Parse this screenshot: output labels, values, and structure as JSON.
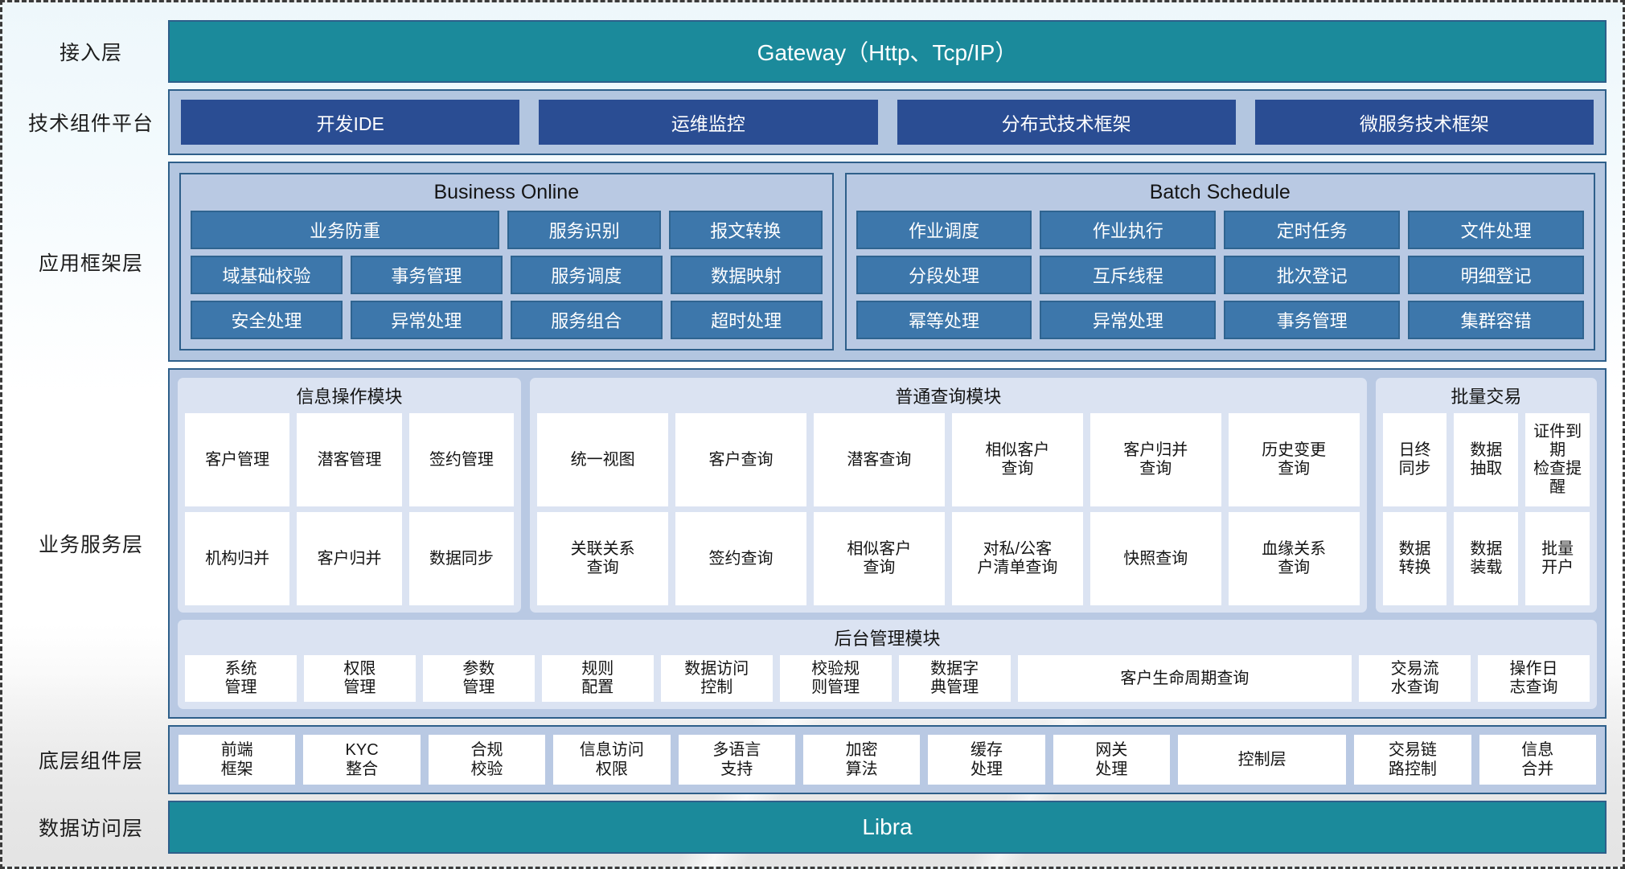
{
  "rows": {
    "access": {
      "label": "接入层",
      "bar": "Gateway（Http、Tcp/IP）"
    },
    "tech_platform": {
      "label": "技术组件平台",
      "chips": [
        "开发IDE",
        "运维监控",
        "分布式技术框架",
        "微服务技术框架"
      ]
    },
    "app_framework": {
      "label": "应用框架层",
      "groups": [
        {
          "title": "Business Online",
          "lines": [
            [
              {
                "text": "业务防重",
                "span": 2
              },
              {
                "text": "服务识别",
                "span": 1
              },
              {
                "text": "报文转换",
                "span": 1
              }
            ],
            [
              {
                "text": "域基础校验",
                "span": 1
              },
              {
                "text": "事务管理",
                "span": 1
              },
              {
                "text": "服务调度",
                "span": 1
              },
              {
                "text": "数据映射",
                "span": 1
              }
            ],
            [
              {
                "text": "安全处理",
                "span": 1
              },
              {
                "text": "异常处理",
                "span": 1
              },
              {
                "text": "服务组合",
                "span": 1
              },
              {
                "text": "超时处理",
                "span": 1
              }
            ]
          ]
        },
        {
          "title": "Batch Schedule",
          "lines": [
            [
              {
                "text": "作业调度",
                "span": 1
              },
              {
                "text": "作业执行",
                "span": 1
              },
              {
                "text": "定时任务",
                "span": 1
              },
              {
                "text": "文件处理",
                "span": 1
              }
            ],
            [
              {
                "text": "分段处理",
                "span": 1
              },
              {
                "text": "互斥线程",
                "span": 1
              },
              {
                "text": "批次登记",
                "span": 1
              },
              {
                "text": "明细登记",
                "span": 1
              }
            ],
            [
              {
                "text": "幂等处理",
                "span": 1
              },
              {
                "text": "异常处理",
                "span": 1
              },
              {
                "text": "事务管理",
                "span": 1
              },
              {
                "text": "集群容错",
                "span": 1
              }
            ]
          ]
        }
      ]
    },
    "business_service": {
      "label": "业务服务层",
      "modules": [
        {
          "title": "信息操作模块",
          "lines": [
            [
              "客户管理",
              "潜客管理",
              "签约管理"
            ],
            [
              "机构归并",
              "客户归并",
              "数据同步"
            ]
          ]
        },
        {
          "title": "普通查询模块",
          "lines": [
            [
              "统一视图",
              "客户查询",
              "潜客查询",
              "相似客户\n查询",
              "客户归并\n查询",
              "历史变更\n查询"
            ],
            [
              "关联关系\n查询",
              "签约查询",
              "相似客户\n查询",
              "对私/公客\n户清单查询",
              "快照查询",
              "血缘关系\n查询"
            ]
          ]
        },
        {
          "title": "批量交易",
          "lines": [
            [
              "日终\n同步",
              "数据\n抽取",
              "证件到期\n检查提醒"
            ],
            [
              "数据\n转换",
              "数据\n装载",
              "批量\n开户"
            ]
          ]
        }
      ],
      "admin_module": {
        "title": "后台管理模块",
        "cells": [
          {
            "text": "系统\n管理",
            "wide": false
          },
          {
            "text": "权限\n管理",
            "wide": false
          },
          {
            "text": "参数\n管理",
            "wide": false
          },
          {
            "text": "规则\n配置",
            "wide": false
          },
          {
            "text": "数据访问\n控制",
            "wide": false
          },
          {
            "text": "校验规\n则管理",
            "wide": false
          },
          {
            "text": "数据字\n典管理",
            "wide": false
          },
          {
            "text": "客户生命周期查询",
            "wide": true
          },
          {
            "text": "交易流\n水查询",
            "wide": false
          },
          {
            "text": "操作日\n志查询",
            "wide": false
          }
        ]
      }
    },
    "base_components": {
      "label": "底层组件层",
      "cells": [
        {
          "text": "前端\n框架",
          "wide": false
        },
        {
          "text": "KYC\n整合",
          "wide": false
        },
        {
          "text": "合规\n校验",
          "wide": false
        },
        {
          "text": "信息访问\n权限",
          "wide": false
        },
        {
          "text": "多语言\n支持",
          "wide": false
        },
        {
          "text": "加密\n算法",
          "wide": false
        },
        {
          "text": "缓存\n处理",
          "wide": false
        },
        {
          "text": "网关\n处理",
          "wide": false
        },
        {
          "text": "控制层",
          "wide": true
        },
        {
          "text": "交易链\n路控制",
          "wide": false
        },
        {
          "text": "信息\n合并",
          "wide": false
        }
      ]
    },
    "data_access": {
      "label": "数据访问层",
      "bar": "Libra"
    }
  },
  "colors": {
    "teal": "#1b8a9b",
    "panel_blue": "#b9c9e3",
    "chip_navy": "#2a4d93",
    "cell_blue": "#3d77ab",
    "module_bg": "#dbe3f2",
    "border": "#2e5f8a"
  }
}
